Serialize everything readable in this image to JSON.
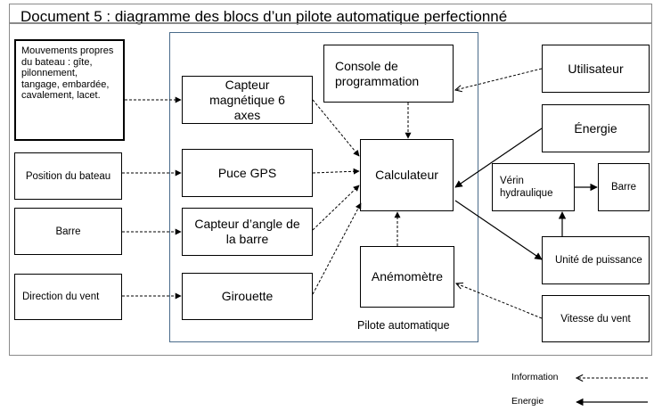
{
  "title": "Document 5 : diagramme des blocs d’un pilote automatique perfectionné",
  "pilot_label": "Pilote automatique",
  "blocks": {
    "mouvements": "Mouvements propres du bateau : gîte, pilonnement, tangage, embardée, cavalement, lacet.",
    "position": "Position du bateau",
    "barre_input": "Barre",
    "direction_vent": "Direction du vent",
    "capteur_magnetique": "Capteur magnétique 6 axes",
    "puce_gps": "Puce GPS",
    "capteur_angle": "Capteur d’angle de la barre",
    "girouette": "Girouette",
    "console": "Console de programmation",
    "calculateur": "Calculateur",
    "anemometre": "Anémomètre",
    "utilisateur": "Utilisateur",
    "energie": "Énergie",
    "verin": "Vérin hydraulique",
    "barre_output": "Barre",
    "unite_puissance": "Unité de puissance",
    "vitesse_vent": "Vitesse du vent"
  },
  "legend": {
    "information": "Information",
    "energie": "Energie"
  }
}
